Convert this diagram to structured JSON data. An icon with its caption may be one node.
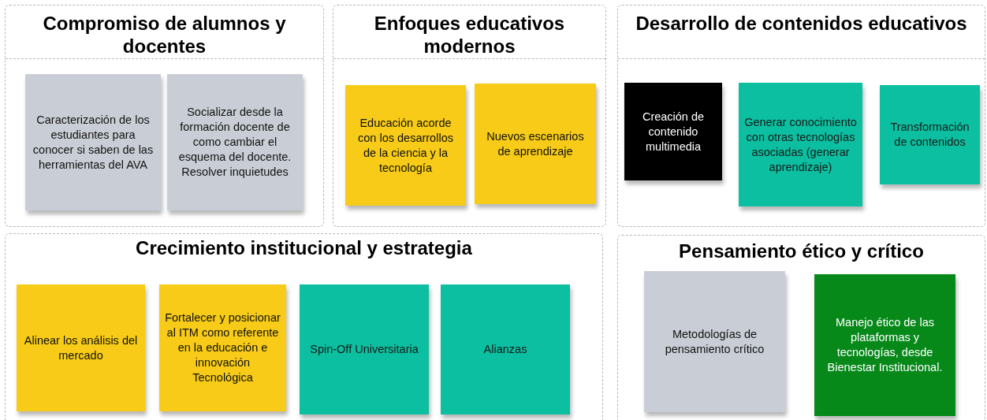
{
  "diagram": {
    "nodes": [
      {
        "text": [
          "Compromiso de alumnos y docentes"
        ]
      },
      {
        "text": [
          "Caracterización de los estudiantes para conocer si saben de las herramientas del AVA"
        ],
        "in": 0
      },
      {
        "text": [
          "Socializar desde la formación docente de como cambiar el esquema del docente. Resolver inquietudes"
        ],
        "in": 0
      },
      {
        "text": [
          "Enfoques educativos modernos"
        ]
      },
      {
        "text": [
          "Educación acorde con los desarrollos de la ciencia y la tecnología"
        ],
        "in": 3
      },
      {
        "text": [
          "Nuevos escenarios de aprendizaje"
        ],
        "in": 3
      },
      {
        "text": [
          "Desarrollo de contenidos educativos"
        ]
      },
      {
        "text": [
          "Creación de contenido multimedia"
        ],
        "in": 6
      },
      {
        "text": [
          "Generar conocimiento con otras tecnologías asociadas (generar aprendizaje)"
        ],
        "in": 6
      },
      {
        "text": [
          "Transformación de contenidos"
        ],
        "in": 6
      },
      {
        "text": [
          "Crecimiento institucional y estrategia"
        ]
      },
      {
        "text": [
          "Alinear los análisis del mercado"
        ],
        "in": 10
      },
      {
        "text": [
          "Fortalecer y posicionar al ITM como referente en la educación e innovación Tecnológica"
        ],
        "in": 10
      },
      {
        "text": [
          "Spin-Off Universitaria"
        ],
        "in": 10
      },
      {
        "text": [
          "Alianzas"
        ],
        "in": 10
      },
      {
        "text": [
          "Pensamiento ético y crítico"
        ]
      },
      {
        "text": [
          "Metodologías de pensamiento crítico"
        ],
        "in": 15
      },
      {
        "text": [
          "Manejo ético de las plataformas y tecnologías, desde Bienestar Institucional."
        ],
        "in": 15
      }
    ]
  }
}
